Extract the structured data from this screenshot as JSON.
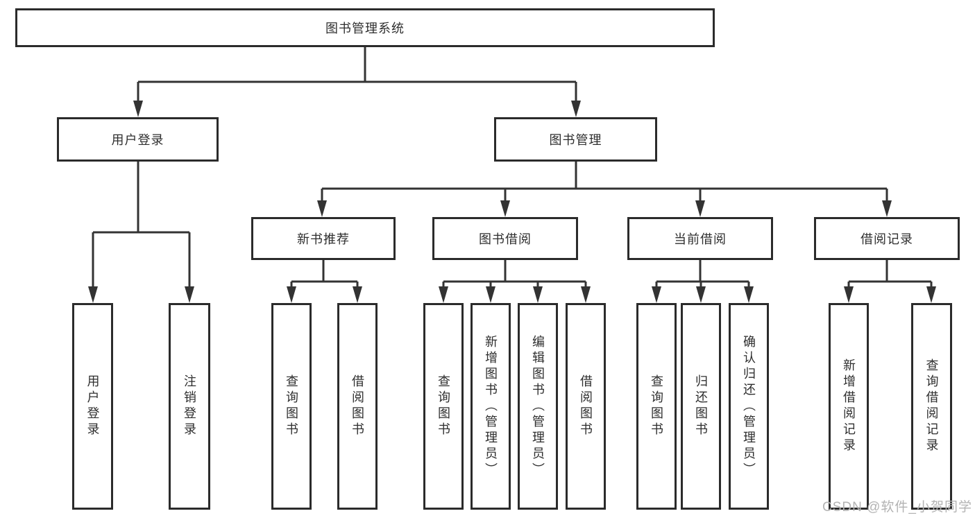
{
  "colors": {
    "line": "#333333",
    "border": "#2b2b2b",
    "text": "#2e2e2e",
    "watermark": "#b3b3b3",
    "bg": "#ffffff"
  },
  "diagram": {
    "root": {
      "label": "图书管理系统"
    },
    "children": [
      {
        "label": "用户登录",
        "children": [
          {
            "label": "用户登录"
          },
          {
            "label": "注销登录"
          }
        ]
      },
      {
        "label": "图书管理",
        "children": [
          {
            "label": "新书推荐",
            "children": [
              {
                "label": "查询图书"
              },
              {
                "label": "借阅图书"
              }
            ]
          },
          {
            "label": "图书借阅",
            "children": [
              {
                "label": "查询图书"
              },
              {
                "label": "新增图书（管理员）"
              },
              {
                "label": "编辑图书（管理员）"
              },
              {
                "label": "借阅图书"
              }
            ]
          },
          {
            "label": "当前借阅",
            "children": [
              {
                "label": "查询图书"
              },
              {
                "label": "归还图书"
              },
              {
                "label": "确认归还（管理员）"
              }
            ]
          },
          {
            "label": "借阅记录",
            "children": [
              {
                "label": "新增借阅记录"
              },
              {
                "label": "查询借阅记录"
              }
            ]
          }
        ]
      }
    ]
  },
  "watermark": {
    "text": "CSDN @软件_小贺同学"
  }
}
